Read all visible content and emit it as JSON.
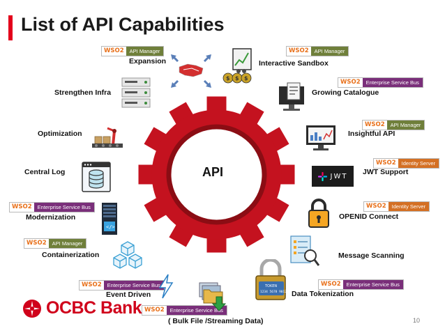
{
  "title": "List of API Capabilities",
  "center_label": "API",
  "page_number": "10",
  "logo": {
    "name": "OCBC Bank"
  },
  "badges": {
    "wso2": "WSO2",
    "api_manager": "API Manager",
    "esb": "Enterprise Service Bus",
    "identity_server": "Identity Server"
  },
  "capabilities": {
    "expansion": "Expansion",
    "interactive_sandbox": "Interactive Sandbox",
    "strengthen_infra": "Strengthen Infra",
    "growing_catalogue": "Growing Catalogue",
    "optimization": "Optimization",
    "insightful_api": "Insightful API",
    "central_log": "Central Log",
    "jwt_support": "JWT Support",
    "modernization": "Modernization",
    "openid_connect": "OPENID Connect",
    "containerization": "Containerization",
    "message_scanning": "Message Scanning",
    "event_driven": "Event  Driven",
    "data_tokenization": "Data Tokenization",
    "bulk_file": "( Bulk File /Streaming Data)"
  },
  "icon_text": {
    "jwt": "JWT",
    "token": "TOKEN",
    "token_digits": "1234 5678 9012"
  },
  "colors": {
    "accent": "#e3001b",
    "gear": "#c4121f",
    "wso2_orange": "#e8701a",
    "api_manager": "#6f7f3a",
    "esb": "#7a2f7a",
    "identity_server": "#d47024"
  }
}
